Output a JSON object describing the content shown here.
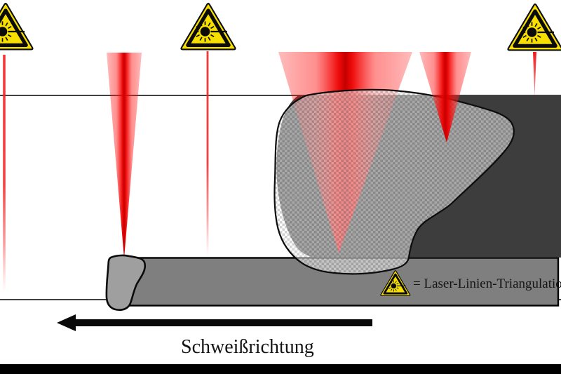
{
  "diagram": {
    "welding_direction_label": "Schweißrichtung",
    "legend_label": "= Laser-Linien-Triangulation"
  },
  "icons": {
    "laser_warning": "laser-warning-triangle-sign"
  },
  "colors": {
    "background": "#ffffff",
    "laser_red": "#ff0000",
    "sign_yellow": "#f7df00",
    "dark_zone": "#3d3d3d",
    "weld_seam": "#7f7f7f",
    "seam_start": "#9f9f9f",
    "outline": "#0b0b0b",
    "arrow_black": "#0a0a0a"
  }
}
